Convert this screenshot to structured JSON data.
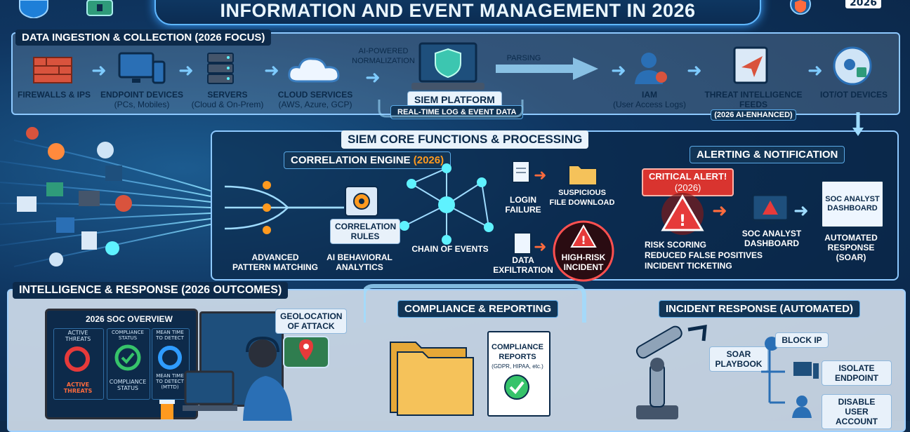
{
  "header": {
    "title": "INFORMATION AND EVENT MANAGEMENT IN 2026",
    "year_badge": "2026"
  },
  "ingestion": {
    "heading": "DATA INGESTION & COLLECTION (2026 FOCUS)",
    "sources": [
      "FIREWALLS & IPS",
      "ENDPOINT DEVICES",
      "SERVERS",
      "CLOUD SERVICES",
      "IAM",
      "THREAT INTELLIGENCE FEEDS",
      "IOT/OT DEVICES"
    ],
    "source_subs": [
      "",
      "(PCs, Mobiles)",
      "(Cloud & On-Prem)",
      "(AWS, Azure, GCP)",
      "(User Access Logs)",
      "(2026 AI-ENHANCED)",
      ""
    ],
    "normalization": "AI-POWERED NORMALIZATION",
    "parsing": "PARSING",
    "platform": "SIEM PLATFORM",
    "platform_sub": "REAL-TIME LOG & EVENT DATA"
  },
  "core": {
    "heading": "SIEM CORE FUNCTIONS & PROCESSING",
    "correlation_engine": "CORRELATION ENGINE",
    "correlation_year": "(2026)",
    "pattern": "ADVANCED PATTERN MATCHING",
    "rules": "CORRELATION RULES",
    "behavioral": "AI BEHAVIORAL ANALYTICS",
    "chain": "CHAIN OF EVENTS",
    "login_failure": "LOGIN FAILURE",
    "suspicious_file": "SUSPICIOUS FILE DOWNLOAD",
    "exfiltration": "DATA EXFILTRATION",
    "high_risk": "HIGH-RISK INCIDENT",
    "alerting": "ALERTING & NOTIFICATION",
    "critical_alert": "CRITICAL ALERT!",
    "critical_year": "(2026)",
    "soc_dashboard": "SOC ANALYST DASHBOARD",
    "soc_screen": "SOC ANALYST DASHBOARD",
    "automated": "AUTOMATED RESPONSE (SOAR)",
    "features": [
      "RISK SCORING",
      "REDUCED FALSE POSITIVES",
      "INCIDENT TICKETING"
    ]
  },
  "outcomes": {
    "heading": "INTELLIGENCE & RESPONSE (2026 OUTCOMES)",
    "soc_title": "2026 SOC OVERVIEW",
    "metrics": [
      {
        "label": "ACTIVE THREATS",
        "caption": "ACTIVE THREATS"
      },
      {
        "label": "COMPLIANCE STATUS",
        "caption": "COMPLIANCE STATUS"
      },
      {
        "label": "MEAN TIME TO DETECT",
        "caption": "MEAN TIME TO DETECT (MTTD)"
      }
    ],
    "geolocation": "GEOLOCATION OF ATTACK",
    "compliance": "COMPLIANCE & REPORTING",
    "reports": "COMPLIANCE REPORTS",
    "reports_sub": "(GDPR, HIPAA, etc.)",
    "incident_response": "INCIDENT RESPONSE (AUTOMATED)",
    "playbook": "SOAR PLAYBOOK",
    "actions": [
      "BLOCK IP",
      "ISOLATE ENDPOINT",
      "DISABLE USER ACCOUNT"
    ]
  }
}
